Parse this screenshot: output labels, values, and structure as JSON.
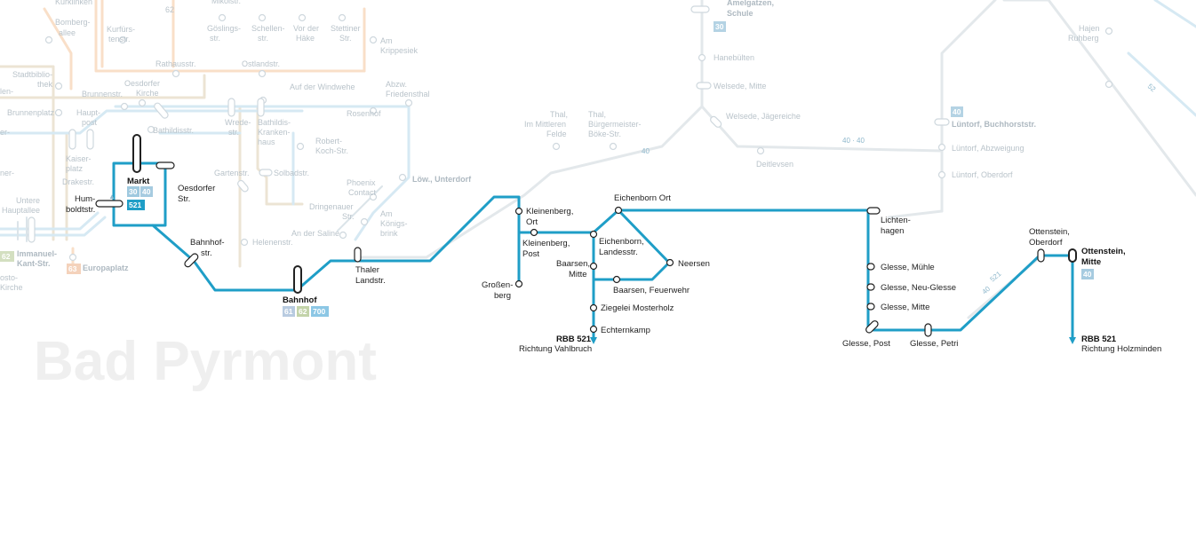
{
  "map": {
    "city_name": "Bad Pyrmont",
    "colors": {
      "route_main": "#1f9ec7",
      "route_faint_blue": "#d6e9f3",
      "route_faint_orange": "#f9dfc8",
      "route_faint_beige": "#ece4d4",
      "route_faint_grey": "#e3e8eb",
      "badge_30": "#9fc9df",
      "badge_40": "#a6cbe0",
      "badge_521": "#1f9ec7",
      "badge_61": "#b8cbe0",
      "badge_62": "#c3d3a9",
      "badge_63": "#f0c1a1",
      "badge_700": "#8cc7e5"
    },
    "main_route_stations": [
      {
        "name": "Markt",
        "lines": [
          "30",
          "40",
          "521"
        ]
      },
      {
        "name": "Oesdorfer Str."
      },
      {
        "name": "Hum-boldtstr."
      },
      {
        "name": "Bahnhof-str."
      },
      {
        "name": "Bahnhof",
        "lines": [
          "61",
          "62",
          "700"
        ]
      },
      {
        "name": "Thaler Landstr."
      },
      {
        "name": "Kleinenberg, Ort"
      },
      {
        "name": "Kleinenberg, Post"
      },
      {
        "name": "Großen-berg"
      },
      {
        "name": "Eichenborn Ort"
      },
      {
        "name": "Eichenborn, Landesstr."
      },
      {
        "name": "Baarsen, Mitte"
      },
      {
        "name": "Neersen"
      },
      {
        "name": "Baarsen, Feuerwehr"
      },
      {
        "name": "Ziegelei Mosterholz"
      },
      {
        "name": "Echternkamp"
      },
      {
        "name": "Lichten-hagen"
      },
      {
        "name": "Glesse, Mühle"
      },
      {
        "name": "Glesse, Neu-Glesse"
      },
      {
        "name": "Glesse, Mitte"
      },
      {
        "name": "Glesse, Post"
      },
      {
        "name": "Glesse, Petri"
      },
      {
        "name": "Ottenstein, Oberdorf"
      },
      {
        "name": "Ottenstein, Mitte",
        "lines": [
          "40"
        ]
      }
    ],
    "terminals": [
      {
        "line": "RBB 521",
        "direction": "Richtung Vahlbruch"
      },
      {
        "line": "RBB 521",
        "direction": "Richtung Holzminden"
      }
    ],
    "faint_labels": {
      "top_left": [
        "Kurklinken",
        "Bomberg-allee",
        "Kurfürs-tenstr.",
        "Göslings-str.",
        "Schellen-str.",
        "Vor der Häke",
        "Stettiner Str.",
        "Am Krippesiek",
        "Mikolstr.",
        "Stadtbiblio-thek",
        "Rathausstr.",
        "Ostlandstr.",
        "Brunnenstr.",
        "Oesdorfer Kirche",
        "Auf der Windwehe",
        "Abzw. Friedensthal",
        "Brunnenplatz",
        "Haupt-post",
        "Bathildisstr.",
        "Wrede-str.",
        "Bathildis-Kranken-haus",
        "Rosenhof",
        "Robert-Koch-Str.",
        "Kaiser-platz",
        "Drakestr.",
        "Gartenstr.",
        "Solbadstr.",
        "Phoenix Contact",
        "Dringenauer Str.",
        "Am Königs-brink",
        "Untere Hauptallee",
        "Helenenstr.",
        "An der Saline",
        "Immanuel-Kant-Str.",
        "Europaplatz",
        "Hosto-Kirche",
        "len-",
        "ner-"
      ],
      "top_right": [
        "Amelgatzen, Schule",
        "Hanebülten",
        "Welsede, Mitte",
        "Welsede, Jägereiche",
        "Deitlevsen",
        "Thal, Im Mittleren Felde",
        "Thal, Bürgermeister-Böke-Str.",
        "Löw., Unterdorf",
        "Lüntorf, Buchhorststr.",
        "Lüntorf, Abzweigung",
        "Lüntorf, Oberdorf",
        "Hajen Ruhberg"
      ],
      "line_numbers": [
        "30",
        "40",
        "40",
        "40 · 40",
        "40",
        "521",
        "62",
        "63",
        "52"
      ]
    }
  }
}
